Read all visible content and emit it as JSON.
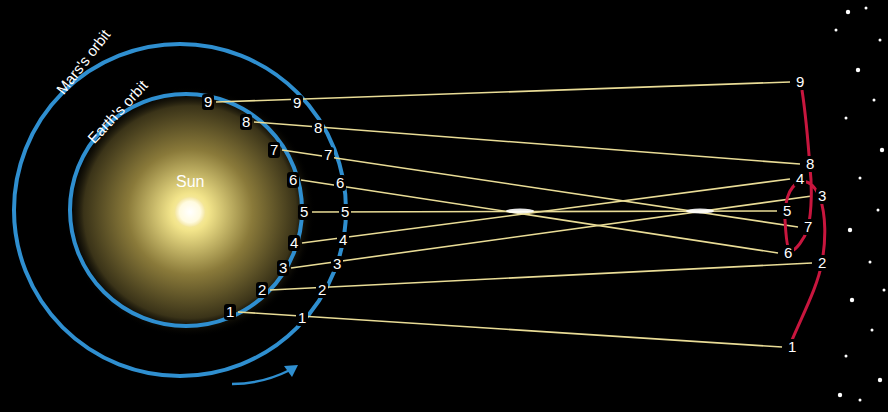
{
  "diagram": {
    "labels": [
      "Mars's orbit",
      "Earth's orbit",
      "Sun",
      "1",
      "2",
      "3",
      "4",
      "5",
      "6",
      "7",
      "8",
      "9",
      "1",
      "2",
      "3",
      "4",
      "5",
      "6",
      "7",
      "8",
      "9",
      "1",
      "2",
      "3",
      "4",
      "5",
      "6",
      "7",
      "8",
      "9"
    ]
  }
}
